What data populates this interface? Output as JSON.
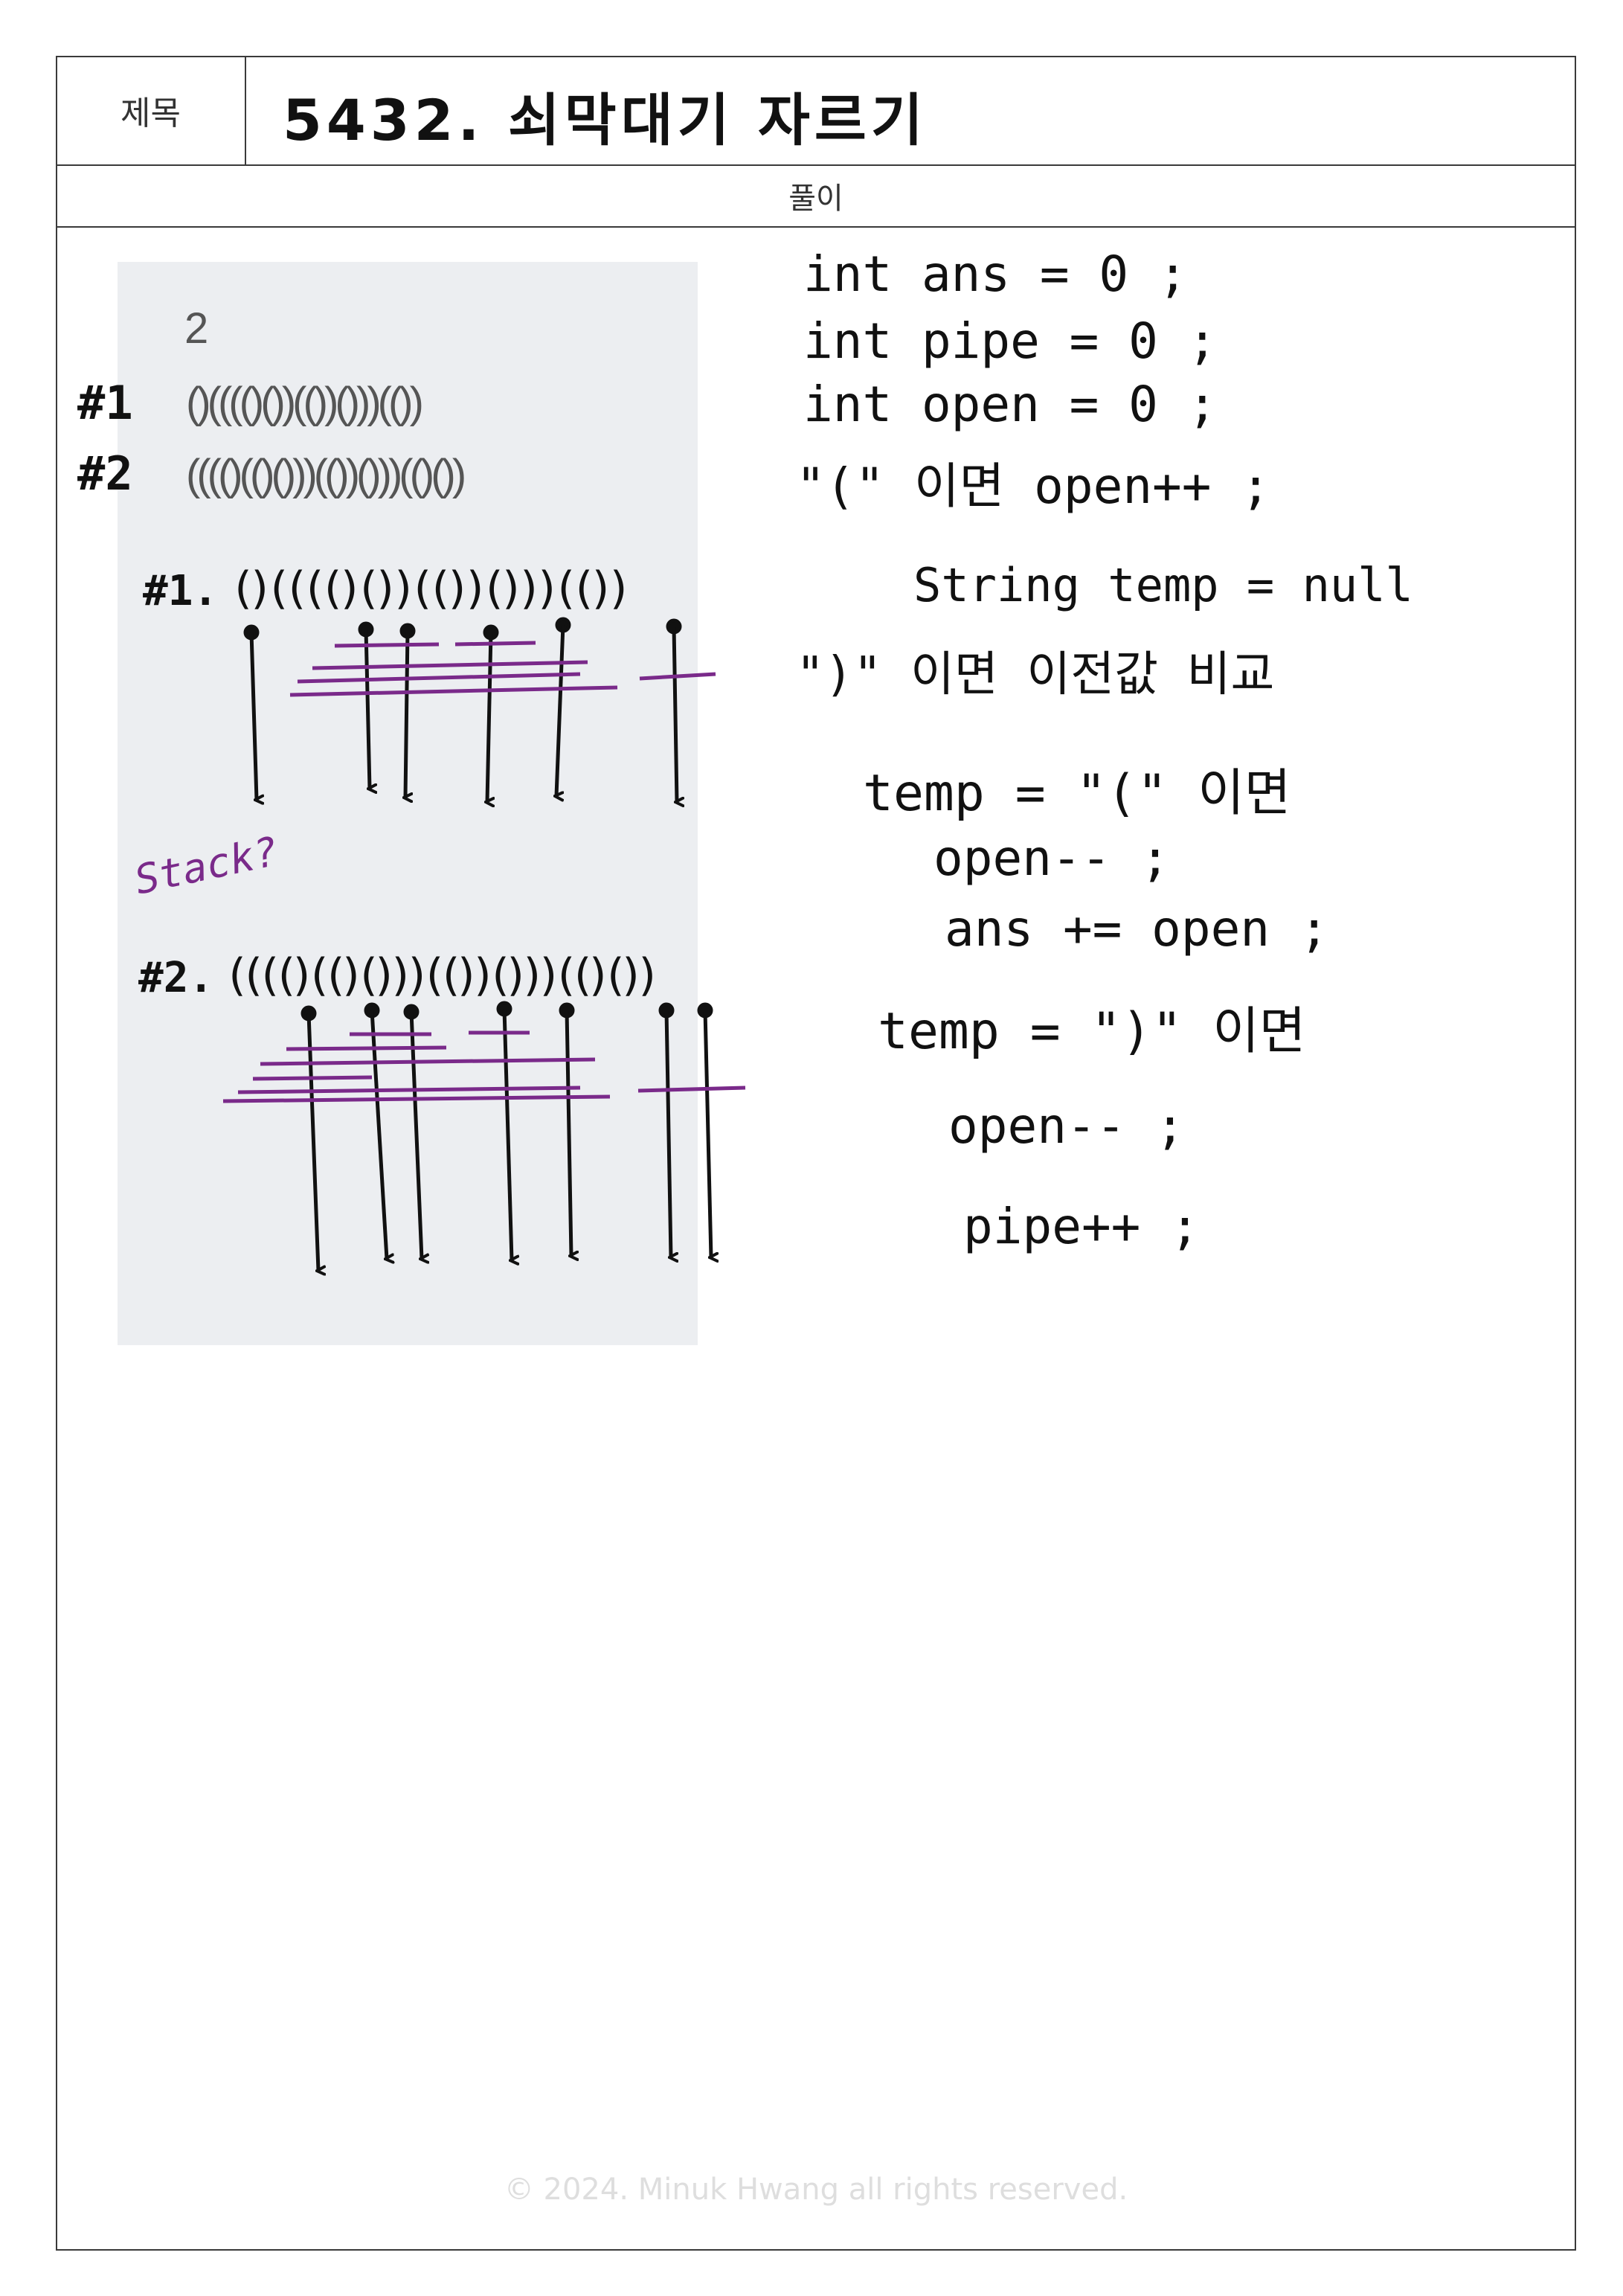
{
  "header": {
    "title_label": "제목",
    "title_value": "5432. 쇠막대기 자르기",
    "section_label": "풀이"
  },
  "example": {
    "count": "2",
    "case1_tag": "#1",
    "case1_input": "()(((()())(())()))(())",
    "case2_tag": "#2",
    "case2_input": "(((()(()()))(())()))(()())"
  },
  "diagram": {
    "case1_label": "#1.",
    "case1_brackets": "()(((()())(())()))(())",
    "stack_note": "Stack?",
    "case2_label": "#2.",
    "case2_brackets": "(((()(()()))(())()))(()())"
  },
  "notes": {
    "line1": "int ans = 0 ;",
    "line2": "int pipe = 0 ;",
    "line3": "int open = 0 ;",
    "line4": "\"(\" 이면 open++ ;",
    "line5": "String temp = null",
    "line6": "\")\" 이면 이전값 비교",
    "line7": "temp = \"(\" 이면",
    "line8": "open-- ;",
    "line9": "ans += open ;",
    "line10": "temp = \")\" 이면",
    "line11": "open-- ;",
    "line12": "pipe++ ;"
  },
  "footer": "© 2024. Minuk Hwang all rights reserved.",
  "colors": {
    "ink": "#111111",
    "purple": "#7a2a8a",
    "panel": "#eceef1"
  }
}
